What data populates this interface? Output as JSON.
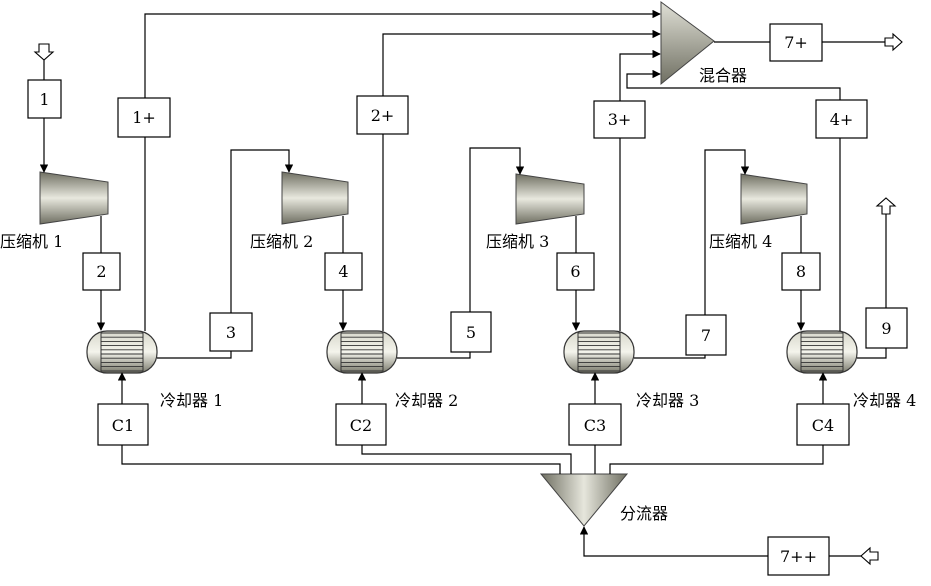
{
  "streams": {
    "s1": "1",
    "s2": "2",
    "s3": "3",
    "s4": "4",
    "s5": "5",
    "s6": "6",
    "s7": "7",
    "s8": "8",
    "s9": "9",
    "s1p": "1+",
    "s2p": "2+",
    "s3p": "3+",
    "s4p": "4+",
    "s7p": "7+",
    "s7pp": "7++",
    "c1": "C1",
    "c2": "C2",
    "c3": "C3",
    "c4": "C4"
  },
  "units": {
    "compressor1": "压缩机 1",
    "compressor2": "压缩机 2",
    "compressor3": "压缩机 3",
    "compressor4": "压缩机 4",
    "cooler1": "冷却器 1",
    "cooler2": "冷却器 2",
    "cooler3": "冷却器 3",
    "cooler4": "冷却器 4",
    "mixer": "混合器",
    "splitter": "分流器"
  },
  "colors": {
    "line": "#000000",
    "equipment_dark": "#7f7f70",
    "equipment_light": "#e6e6dc"
  }
}
